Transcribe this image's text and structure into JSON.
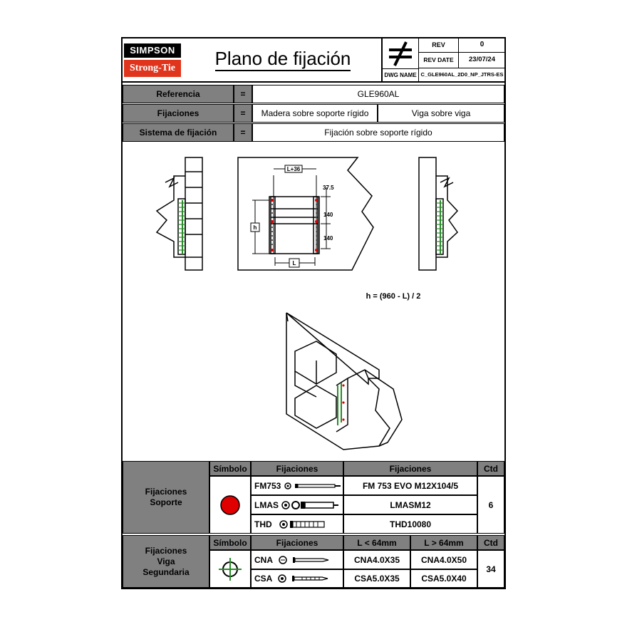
{
  "header": {
    "brand_top": "SIMPSON",
    "brand_bottom": "Strong-Tie",
    "title": "Plano de fijación",
    "rev_label": "REV",
    "rev_value": "0",
    "rev_date_label": "REV DATE",
    "rev_date_value": "23/07/24",
    "dwg_label": "DWG NAME",
    "dwg_value": "C_GLE960AL_2D0_NP_JTRS-ES"
  },
  "info": {
    "rows": [
      {
        "label": "Referencia",
        "eq": "=",
        "value": "GLE960AL"
      },
      {
        "label": "Fijaciones",
        "eq": "=",
        "value_a": "Madera sobre soporte rígido",
        "value_b": "Viga sobre viga"
      },
      {
        "label": "Sistema de fijación",
        "eq": "=",
        "value": "Fijación sobre soporte rígido"
      }
    ]
  },
  "drawing": {
    "dim_top": "L+36",
    "dim_a": "37.5",
    "dim_b": "140",
    "dim_c": "140",
    "dim_h": "h",
    "dim_l": "L",
    "formula": "h = (960 - L) / 2"
  },
  "colors": {
    "header_gray": "#808080",
    "brand_red": "#e0341c",
    "symbol_red": "#e00000",
    "symbol_green": "#2a8a2a"
  },
  "support_table": {
    "group_label_line1": "Fijaciones",
    "group_label_line2": "Soporte",
    "col_symbol": "Símbolo",
    "col_fix": "Fijaciones",
    "col_fix2": "Fijaciones",
    "col_qty": "Ctd",
    "rows": [
      {
        "code": "FM753",
        "name": "FM 753 EVO M12X104/5"
      },
      {
        "code": "LMAS",
        "name": "LMASM12"
      },
      {
        "code": "THD",
        "name": "THD10080"
      }
    ],
    "qty": "6"
  },
  "beam_table": {
    "group_label_line1": "Fijaciones",
    "group_label_line2": "Viga",
    "group_label_line3": "Segundaria",
    "col_symbol": "Símbolo",
    "col_fix": "Fijaciones",
    "col_small": "L < 64mm",
    "col_large": "L > 64mm",
    "col_qty": "Ctd",
    "rows": [
      {
        "code": "CNA",
        "small": "CNA4.0X35",
        "large": "CNA4.0X50"
      },
      {
        "code": "CSA",
        "small": "CSA5.0X35",
        "large": "CSA5.0X40"
      }
    ],
    "qty": "34"
  }
}
